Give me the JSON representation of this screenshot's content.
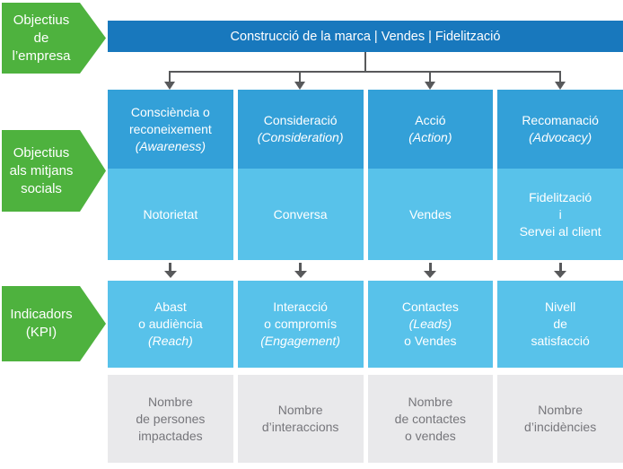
{
  "left_labels": [
    {
      "lines": [
        "Objectius",
        "de",
        "l’empresa"
      ]
    },
    {
      "lines": [
        "Objectius",
        "als mitjans",
        "socials"
      ]
    },
    {
      "lines": [
        "Indicadors",
        "(KPI)"
      ]
    }
  ],
  "banner": {
    "text": "Construcció de la marca | Vendes | Fidelització"
  },
  "columns": [
    {
      "header": {
        "lines": [
          "Consciència o",
          "reconeixement"
        ],
        "en": "(Awareness)"
      },
      "objective": {
        "lines": [
          "Notorietat"
        ]
      },
      "kpi": {
        "lines": [
          "Abast",
          "o audiència"
        ],
        "en": "(Reach)"
      },
      "metric": {
        "lines": [
          "Nombre",
          "de persones",
          "impactades"
        ]
      }
    },
    {
      "header": {
        "lines": [
          "Consideració"
        ],
        "en": "(Consideration)"
      },
      "objective": {
        "lines": [
          "Conversa"
        ]
      },
      "kpi": {
        "lines": [
          "Interacció",
          "o compromís"
        ],
        "en": "(Engagement)"
      },
      "metric": {
        "lines": [
          "Nombre",
          "d’interaccions"
        ]
      }
    },
    {
      "header": {
        "lines": [
          "Acció"
        ],
        "en": "(Action)"
      },
      "objective": {
        "lines": [
          "Vendes"
        ]
      },
      "kpi": {
        "lines": [
          "Contactes"
        ],
        "en": "(Leads)",
        "after": "o Vendes"
      },
      "metric": {
        "lines": [
          "Nombre",
          "de contactes",
          "o vendes"
        ]
      }
    },
    {
      "header": {
        "lines": [
          "Recomanació"
        ],
        "en": "(Advocacy)"
      },
      "objective": {
        "lines": [
          "Fidelització",
          "i",
          "Servei al client"
        ]
      },
      "kpi": {
        "lines": [
          "Nivell",
          "de",
          "satisfacció"
        ]
      },
      "metric": {
        "lines": [
          "Nombre",
          "d’incidències"
        ]
      }
    }
  ],
  "colors": {
    "banner_blue": "#1878bd",
    "header_blue": "#33a0d8",
    "light_blue": "#58c2ea",
    "green": "#4eb23e",
    "gray_box": "#e9e9eb",
    "gray_text": "#76767b",
    "connector_gray": "#58595b"
  }
}
